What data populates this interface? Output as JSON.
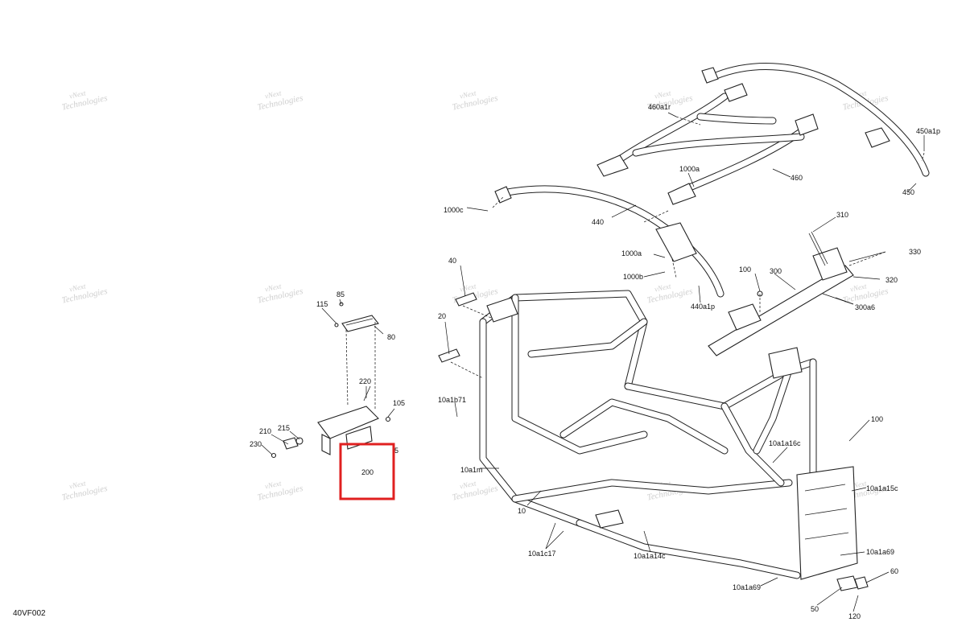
{
  "diagram_code": "40VF002",
  "watermark": {
    "line1": "vNext",
    "line2": "Technologies"
  },
  "callouts": {
    "c460a1r": "460a1r",
    "c450a1p": "450a1p",
    "c1000a_top": "1000a",
    "c460": "460",
    "c450": "450",
    "c1000c": "1000c",
    "c440": "440",
    "c310": "310",
    "c330": "330",
    "c1000a_mid": "1000a",
    "c40": "40",
    "c100_top": "100",
    "c300": "300",
    "c320": "320",
    "c1000b": "1000b",
    "c300a6": "300a6",
    "c440a1p": "440a1p",
    "c85": "85",
    "c115": "115",
    "c80": "80",
    "c20": "20",
    "c220": "220",
    "c105": "105",
    "c10a1b71": "10a1b71",
    "c210": "210",
    "c215": "215",
    "c5": "5",
    "c230": "230",
    "c200": "200",
    "c100_right": "100",
    "c10a1a16c": "10a1a16c",
    "c10a1m": "10a1m",
    "c10a1a15c": "10a1a15c",
    "c10": "10",
    "c10a1c17": "10a1c17",
    "c10a1a14c": "10a1a14c",
    "c10a1a69_r": "10a1a69",
    "c60": "60",
    "c10a1a69_b": "10a1a69",
    "c50": "50",
    "c120": "120"
  },
  "highlight": {
    "target": "200",
    "color": "#e02020"
  }
}
